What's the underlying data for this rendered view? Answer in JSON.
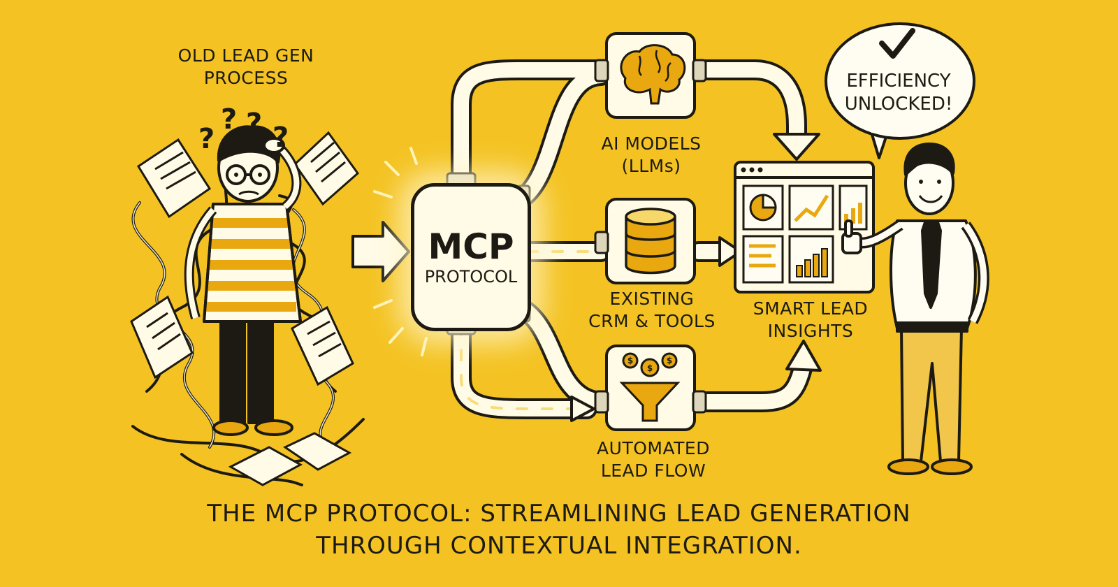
{
  "labels": {
    "old_process": [
      "OLD LEAD GEN",
      "PROCESS"
    ],
    "mcp": [
      "MCP",
      "PROTOCOL"
    ],
    "ai_models": [
      "AI MODELS",
      "(LLMs)"
    ],
    "crm": [
      "EXISTING",
      "CRM & TOOLS"
    ],
    "lead_flow": [
      "AUTOMATED",
      "LEAD FLOW"
    ],
    "insights": [
      "SMART LEAD",
      "INSIGHTS"
    ],
    "bubble": [
      "EFFICIENCY",
      "UNLOCKED!"
    ],
    "caption": [
      "THE MCP PROTOCOL: STREAMLINING LEAD GENERATION",
      "THROUGH CONTEXTUAL INTEGRATION."
    ]
  },
  "colors": {
    "background": "#f4c323",
    "ink": "#1c1a12",
    "paper": "#fffbe7",
    "accent": "#e9a80f"
  },
  "icons": {
    "ai_models": "brain-icon",
    "crm": "database-icon",
    "lead_flow": "money-funnel-icon",
    "insights": "dashboard-icon",
    "bubble": "checkmark-icon"
  }
}
